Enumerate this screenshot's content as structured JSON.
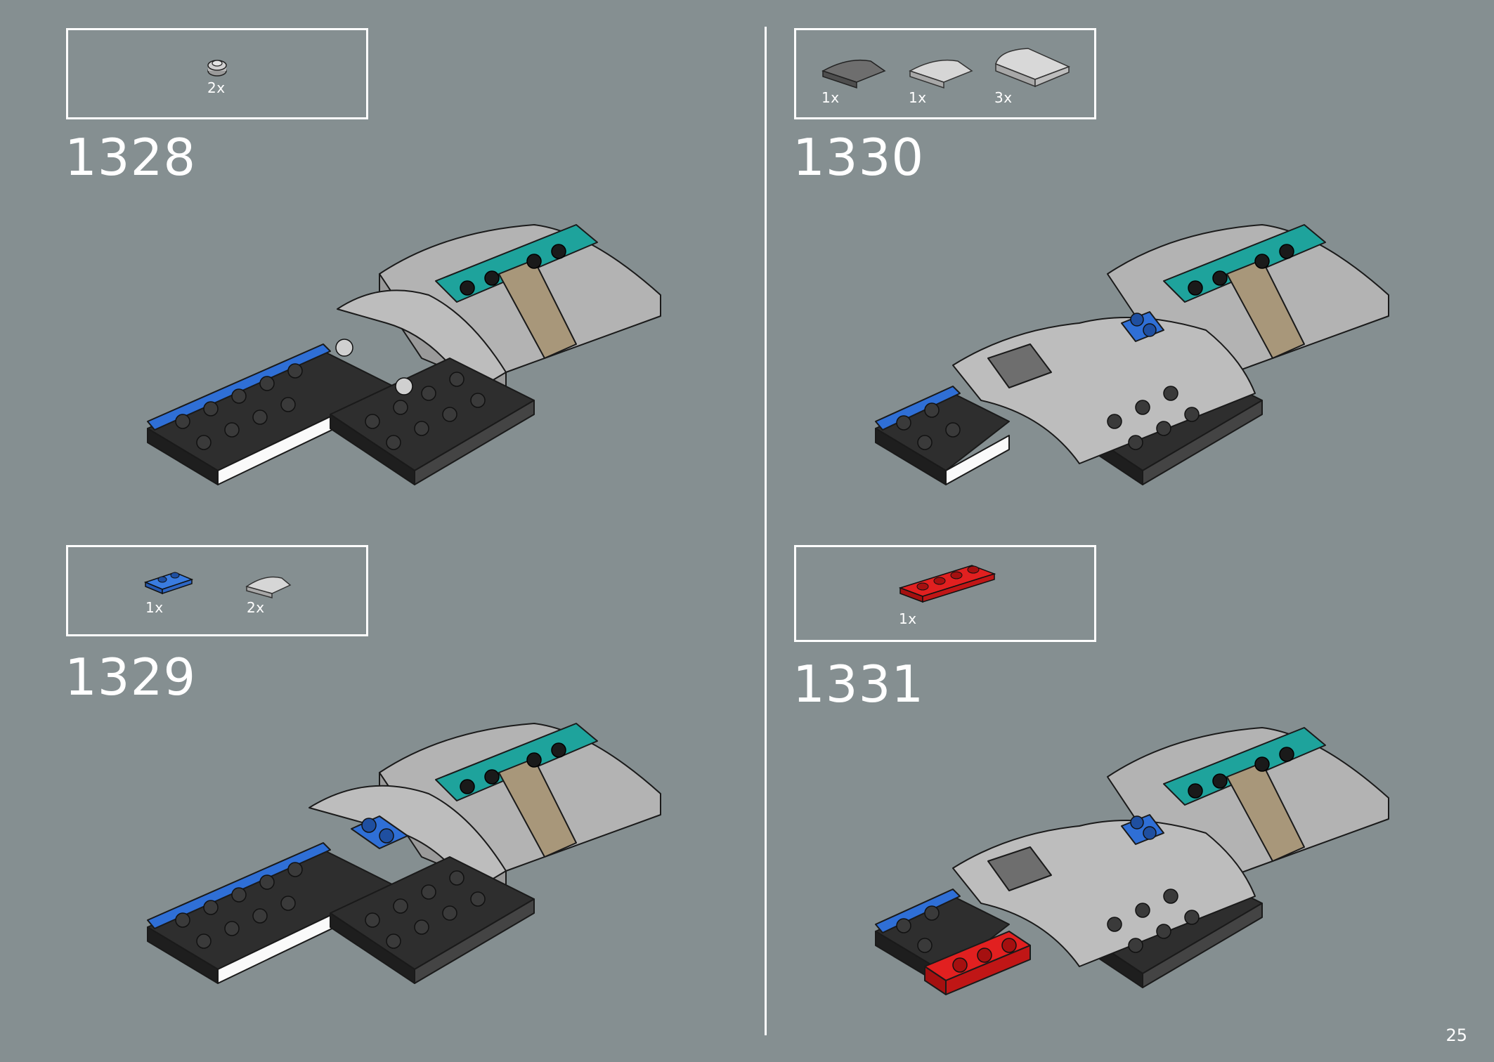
{
  "page": {
    "number": "25"
  },
  "colors": {
    "background": "#858f91",
    "light_gray": "#b3b3b3",
    "dark_gray": "#6e6e6e",
    "black_plate": "#2e2e2e",
    "teal": "#1ea39c",
    "tan": "#a8977a",
    "blue": "#2f6fd6",
    "red": "#d31414",
    "white": "#ffffff"
  },
  "steps": [
    {
      "number": "1328",
      "parts": [
        {
          "icon": "round-plate-1x1-light-gray-icon",
          "qty": "2x"
        }
      ]
    },
    {
      "number": "1329",
      "parts": [
        {
          "icon": "plate-1x2-blue-icon",
          "qty": "1x"
        },
        {
          "icon": "curved-slope-light-gray-icon",
          "qty": "2x"
        }
      ]
    },
    {
      "number": "1330",
      "parts": [
        {
          "icon": "curved-slope-dark-gray-icon",
          "qty": "1x"
        },
        {
          "icon": "curved-slope-light-gray-icon",
          "qty": "1x"
        },
        {
          "icon": "curved-slope-wide-light-gray-icon",
          "qty": "3x"
        }
      ]
    },
    {
      "number": "1331",
      "parts": [
        {
          "icon": "plate-1x4-red-icon",
          "qty": "1x"
        }
      ]
    }
  ]
}
